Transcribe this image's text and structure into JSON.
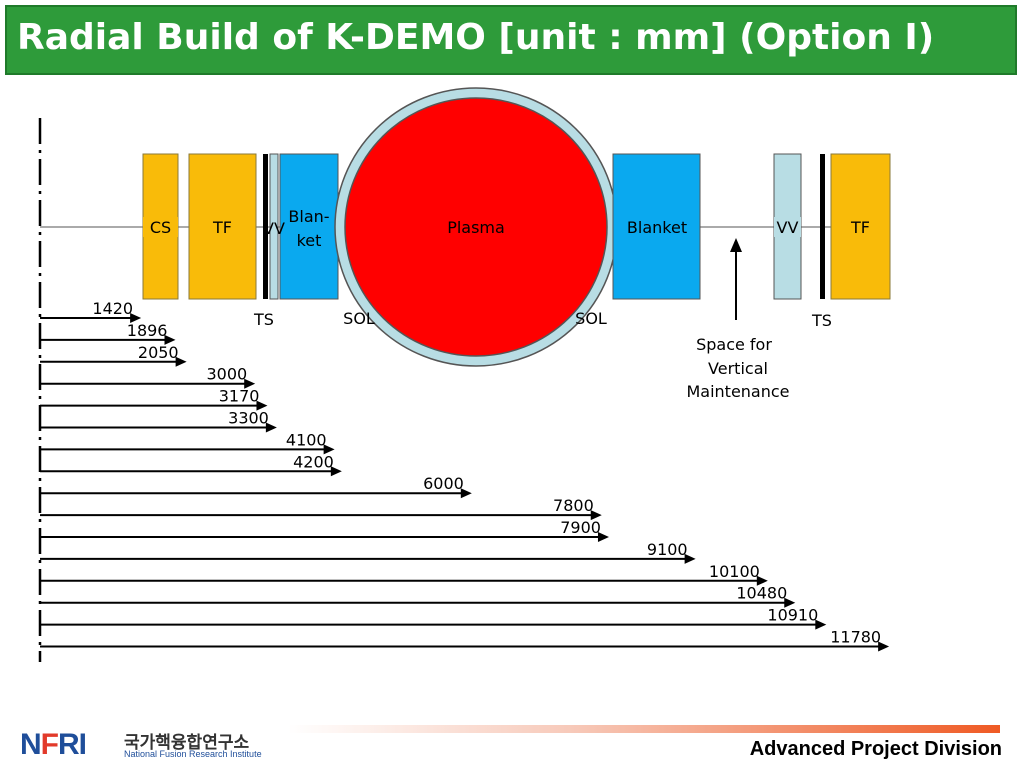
{
  "header": {
    "title": "Radial Build of K-DEMO [unit : mm] (Option I)"
  },
  "components": {
    "cs": "CS",
    "tf_left": "TF",
    "vv_left": "VV",
    "blanket_left_line1": "Blan-",
    "blanket_left_line2": "ket",
    "plasma": "Plasma",
    "blanket_right": "Blanket",
    "vv_right": "VV",
    "tf_right": "TF"
  },
  "labels": {
    "ts_left": "TS",
    "sol_left": "SOL",
    "sol_right": "SOL",
    "ts_right": "TS",
    "space_line1": "Space for",
    "space_line2": "Vertical",
    "space_line3": "Maintenance"
  },
  "radii": [
    "1420",
    "1896",
    "2050",
    "3000",
    "3170",
    "3300",
    "4100",
    "4200",
    "6000",
    "7800",
    "7900",
    "9100",
    "10100",
    "10480",
    "10910",
    "11780"
  ],
  "colors": {
    "header_bg": "#2e9b3a",
    "cs": "#f9bb09",
    "tf": "#f9bb09",
    "blanket": "#0aa9ef",
    "vv": "#b8dde4",
    "plasma": "#ff0000",
    "plasma_ring": "#b8dde4"
  },
  "footer": {
    "division": "Advanced Project Division",
    "logo_text": "NFRI",
    "logo_korean": "국가핵융합연구소",
    "logo_english": "National Fusion Research Institute"
  }
}
